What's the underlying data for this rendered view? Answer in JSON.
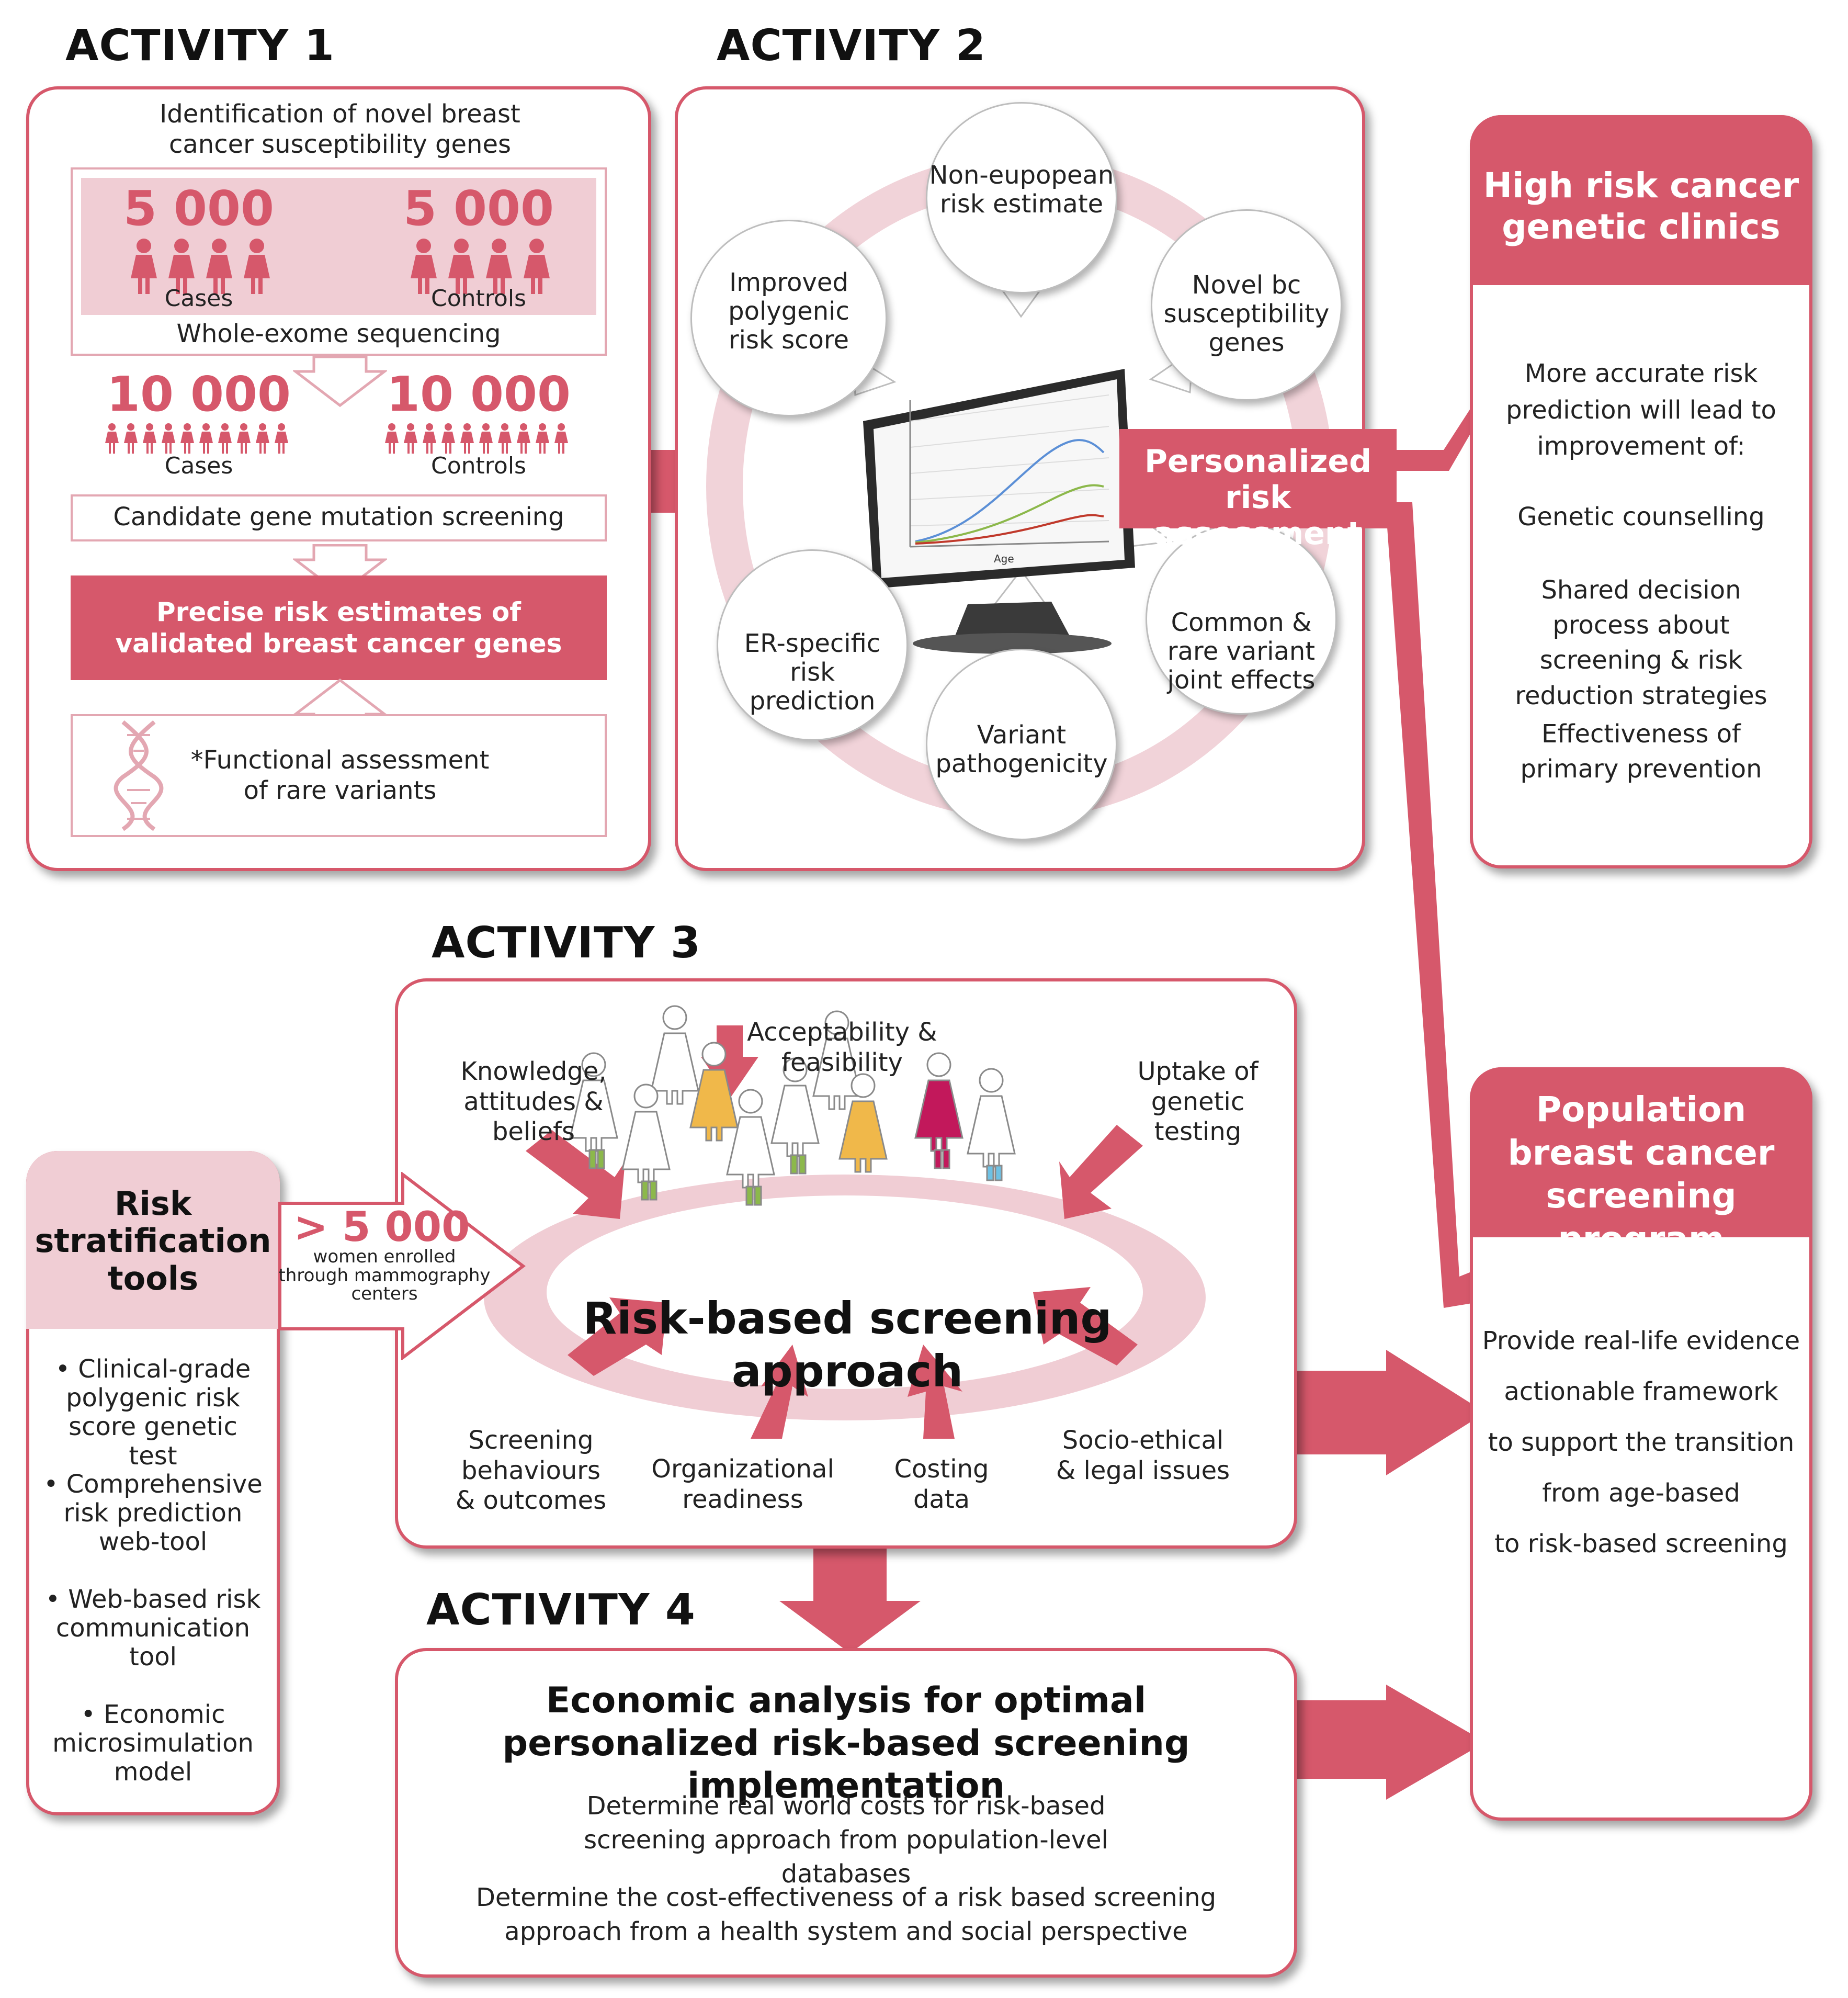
{
  "activity1": {
    "title": "ACTIVITY 1",
    "intro": "Identification of novel breast cancer susceptibility genes",
    "stage1_cases_count": "5 000",
    "stage1_cases_label": "Cases",
    "stage1_controls_count": "5 000",
    "stage1_controls_label": "Controls",
    "wes_label": "Whole-exome sequencing",
    "stage2_cases_count": "10 000",
    "stage2_cases_label": "Cases",
    "stage2_controls_count": "10 000",
    "stage2_controls_label": "Controls",
    "screening_label": "Candidate gene mutation screening",
    "precise_label": "Precise risk estimates of validated breast cancer genes",
    "functional_label": "*Functional assessment of rare variants"
  },
  "activity2": {
    "title": "ACTIVITY 2",
    "circles": {
      "non_european": "Non-eupopean risk estimate",
      "novel_bc": "Novel bc susceptibility genes",
      "polygenic": "Improved polygenic risk score",
      "er_specific": "ER-specific risk prediction",
      "variant_path": "Variant pathogenicity",
      "common_rare": "Common & rare variant joint effects"
    },
    "center_label": "Personalized risk assessment",
    "monitor_xlabel": "Age"
  },
  "high_risk": {
    "title": "High risk cancer genetic clinics",
    "intro": "More accurate risk prediction will lead to improvement of:",
    "item1": "Genetic counselling",
    "item2": "Shared decision process about screening & risk reduction strategies",
    "item3": "Effectiveness of primary prevention"
  },
  "population": {
    "title": "Population breast cancer screening program",
    "lines": [
      "Provide real-life evidence",
      "actionable framework",
      "to support the transition",
      "from age-based",
      "to risk-based screening"
    ]
  },
  "activity3": {
    "title": "ACTIVITY 3",
    "central_label": "Risk-based screening  approach",
    "factors": {
      "knowledge": "Knowledge, attitudes & beliefs",
      "acceptability": "Acceptability & feasibility",
      "uptake": "Uptake of genetic testing",
      "screening_behaviours": "Screening behaviours & outcomes",
      "organizational": "Organizational readiness",
      "costing": "Costing data",
      "socio_ethical": "Socio-ethical & legal issues"
    },
    "enroll_count": "> 5 000",
    "enroll_text": "women enrolled through mammography centers"
  },
  "risk_tools": {
    "title": "Risk stratification tools",
    "items": [
      "• Clinical-grade polygenic risk score genetic test",
      "• Comprehensive risk prediction web-tool",
      "• Web-based risk communication tool",
      "• Economic microsimulation model"
    ]
  },
  "activity4": {
    "title": "ACTIVITY 4",
    "heading": "Economic analysis for optimal personalized risk-based screening implementation",
    "para1": "Determine real world costs for risk-based screening approach from population-level databases",
    "para2": "Determine the cost-effectiveness of a risk based screening approach from a health system and social perspective"
  },
  "colors": {
    "accent": "#d6586b",
    "light": "#f1d3d9",
    "band": "#e9b9c3"
  }
}
